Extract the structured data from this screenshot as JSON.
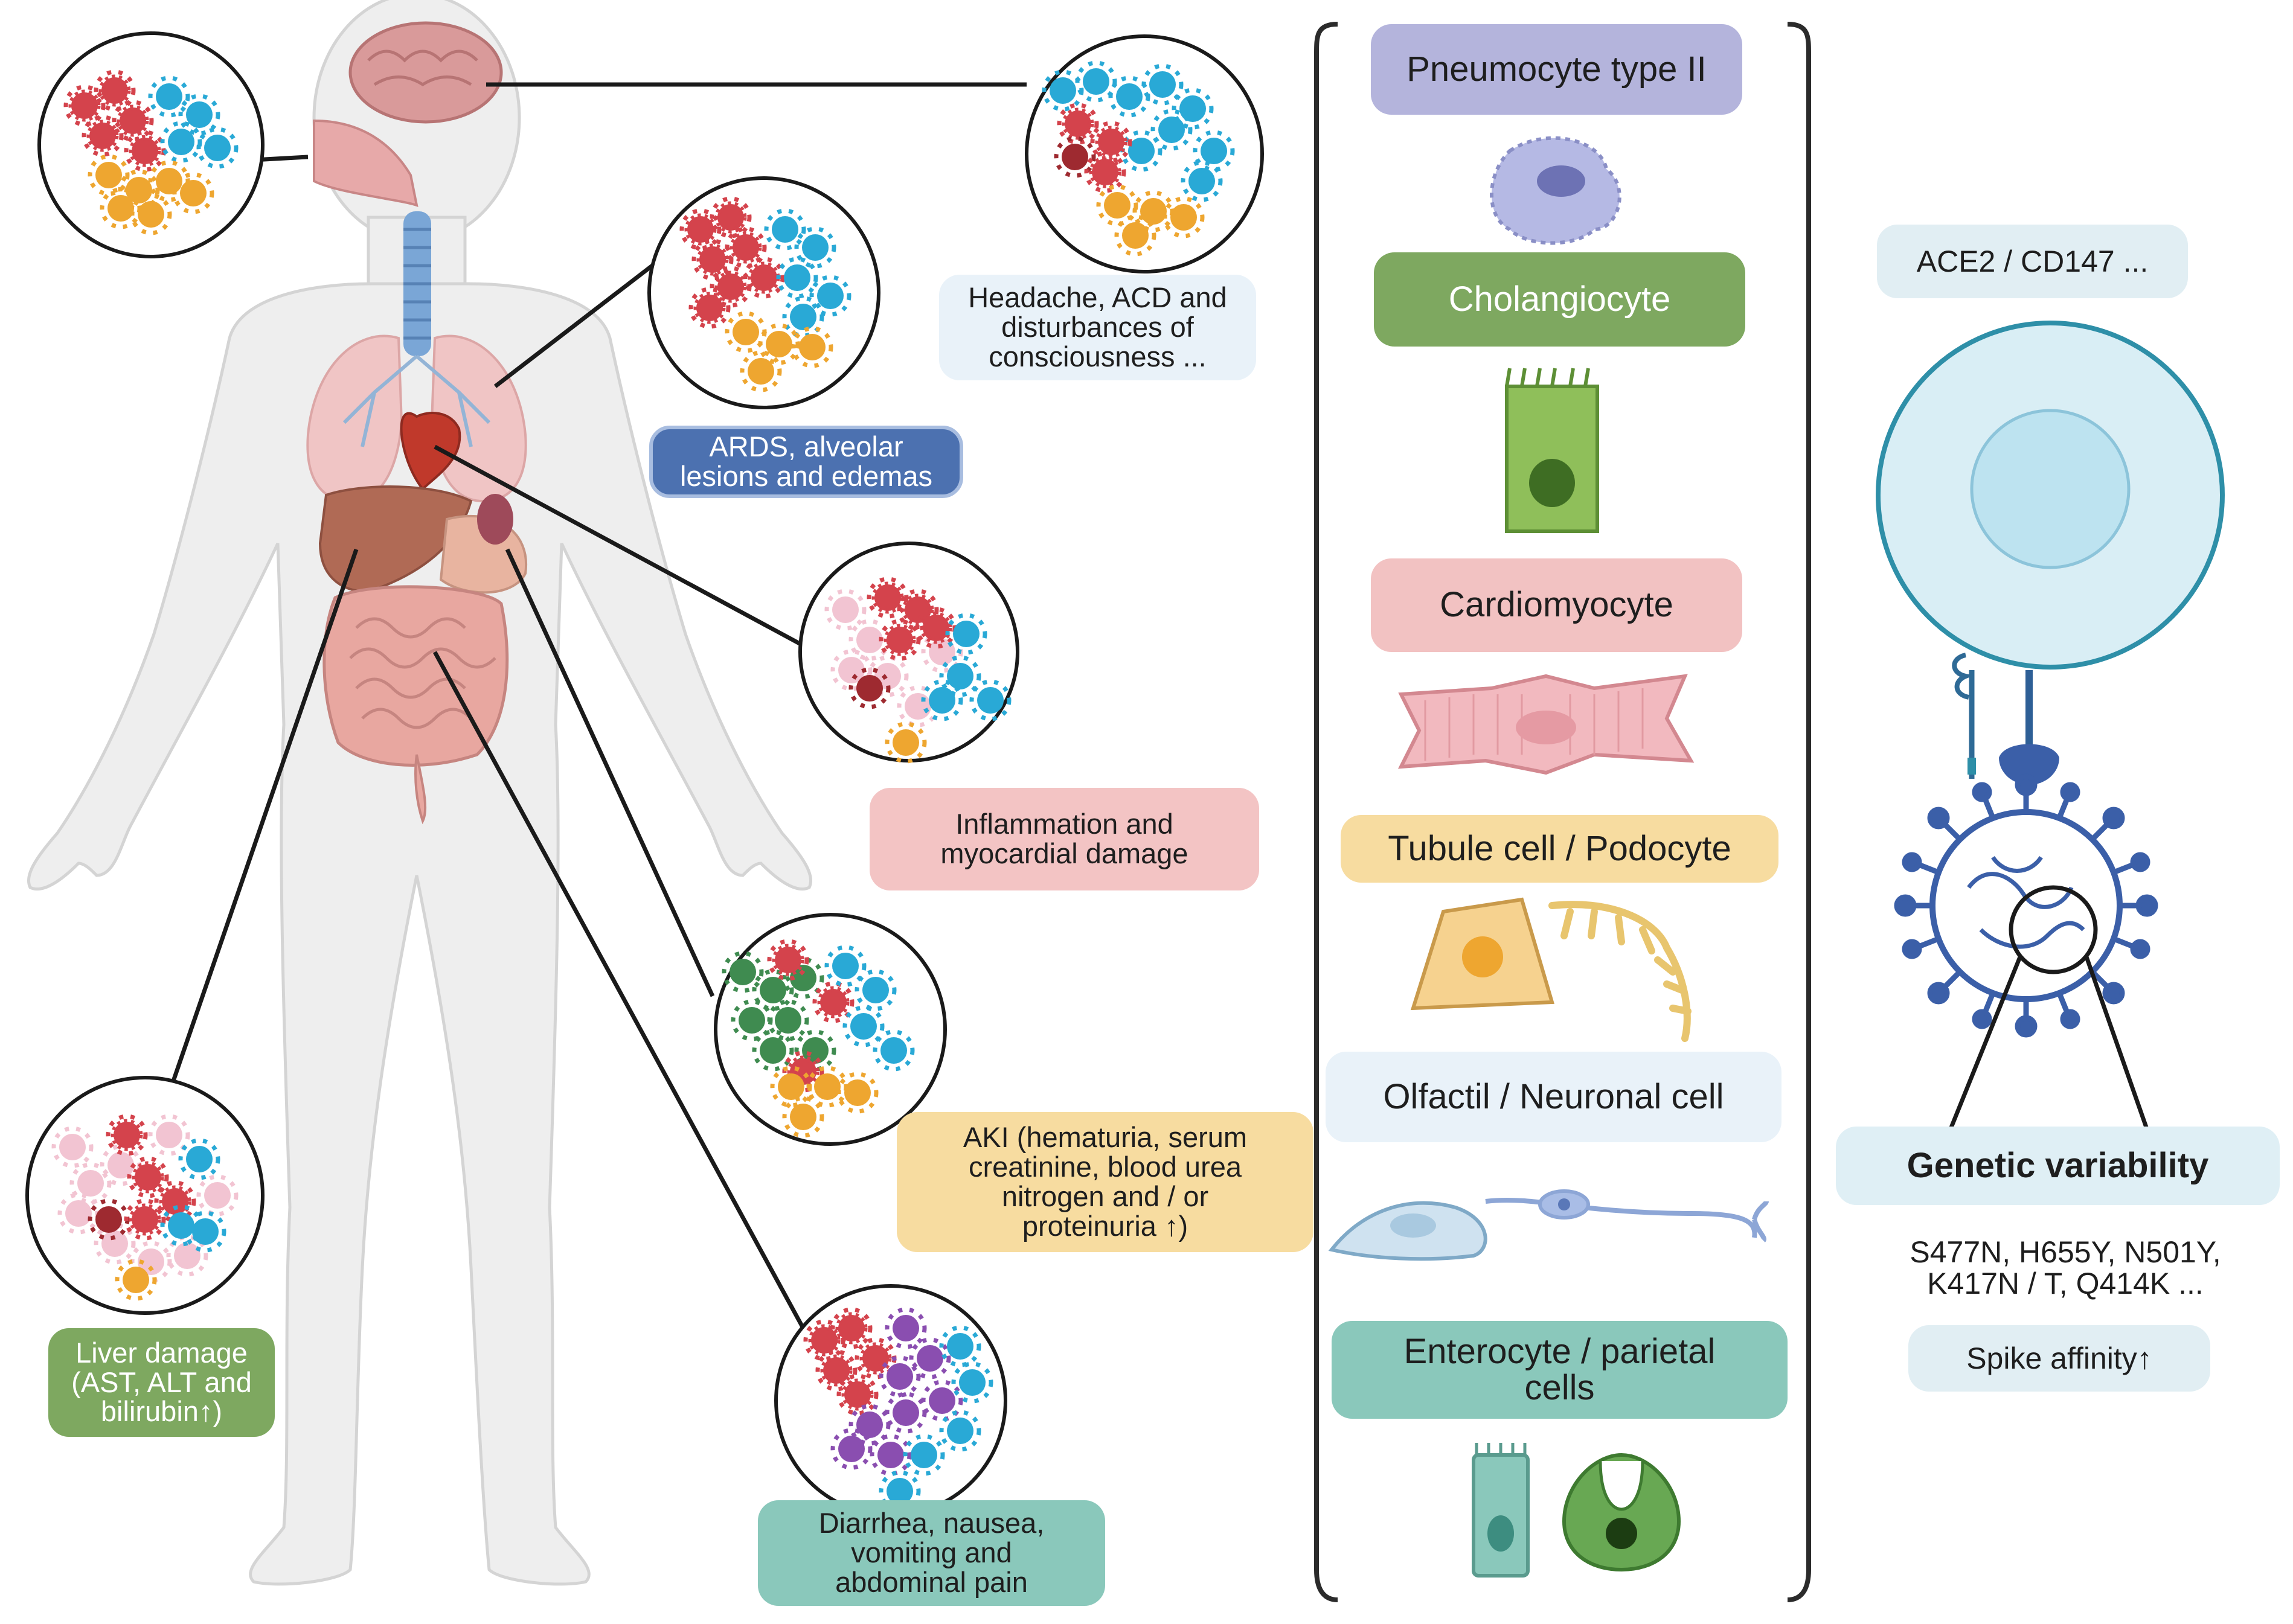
{
  "symptoms": {
    "brain": "Headache, ACD and\ndisturbances of\nconsciousness ...",
    "lung": "ARDS, alveolar\nlesions and edemas",
    "heart": "Inflammation and\nmyocardial damage",
    "kidney": "AKI (hematuria, serum\ncreatinine, blood urea\nnitrogen and / or\nproteinuria ↑)",
    "gut": "Diarrhea, nausea,\nvomiting and\nabdominal pain",
    "liver": "Liver damage\n(AST, ALT and\nbilirubin↑)"
  },
  "cell_types": [
    {
      "label": "Pneumocyte type II",
      "color": "#b4b4dc",
      "icon": "pneumocyte-icon"
    },
    {
      "label": "Cholangiocyte",
      "color": "#7ea860",
      "icon": "cholangiocyte-icon"
    },
    {
      "label": "Cardiomyocyte",
      "color": "#f2c2c2",
      "icon": "cardiomyocyte-icon"
    },
    {
      "label": "Tubule cell / Podocyte",
      "color": "#f7dca0",
      "icon": "tubule-podocyte-icon"
    },
    {
      "label": "Olfactil / Neuronal cell",
      "color": "#e9f2f9",
      "icon": "neuron-icon"
    },
    {
      "label": "Enterocyte / parietal\ncells",
      "color": "#8ac8bb",
      "icon": "enterocyte-icon"
    }
  ],
  "receptor_panel": {
    "receptors": "ACE2 / CD147 ...",
    "genetic_title": "Genetic variability",
    "mutations": "S477N, H655Y, N501Y,\nK417N / T, Q414K ...",
    "spike_affinity": "Spike affinity↑"
  },
  "colors": {
    "virus_red": "#d4434c",
    "virus_blue": "#29a9d6",
    "virus_orange": "#eea630",
    "virus_pink": "#f2c4d2",
    "virus_green": "#3f8b50",
    "virus_purple": "#8a4eb0",
    "virus_darkred": "#9e2a30",
    "body": "#eeeeee",
    "leader_line": "#1a1a1a"
  }
}
